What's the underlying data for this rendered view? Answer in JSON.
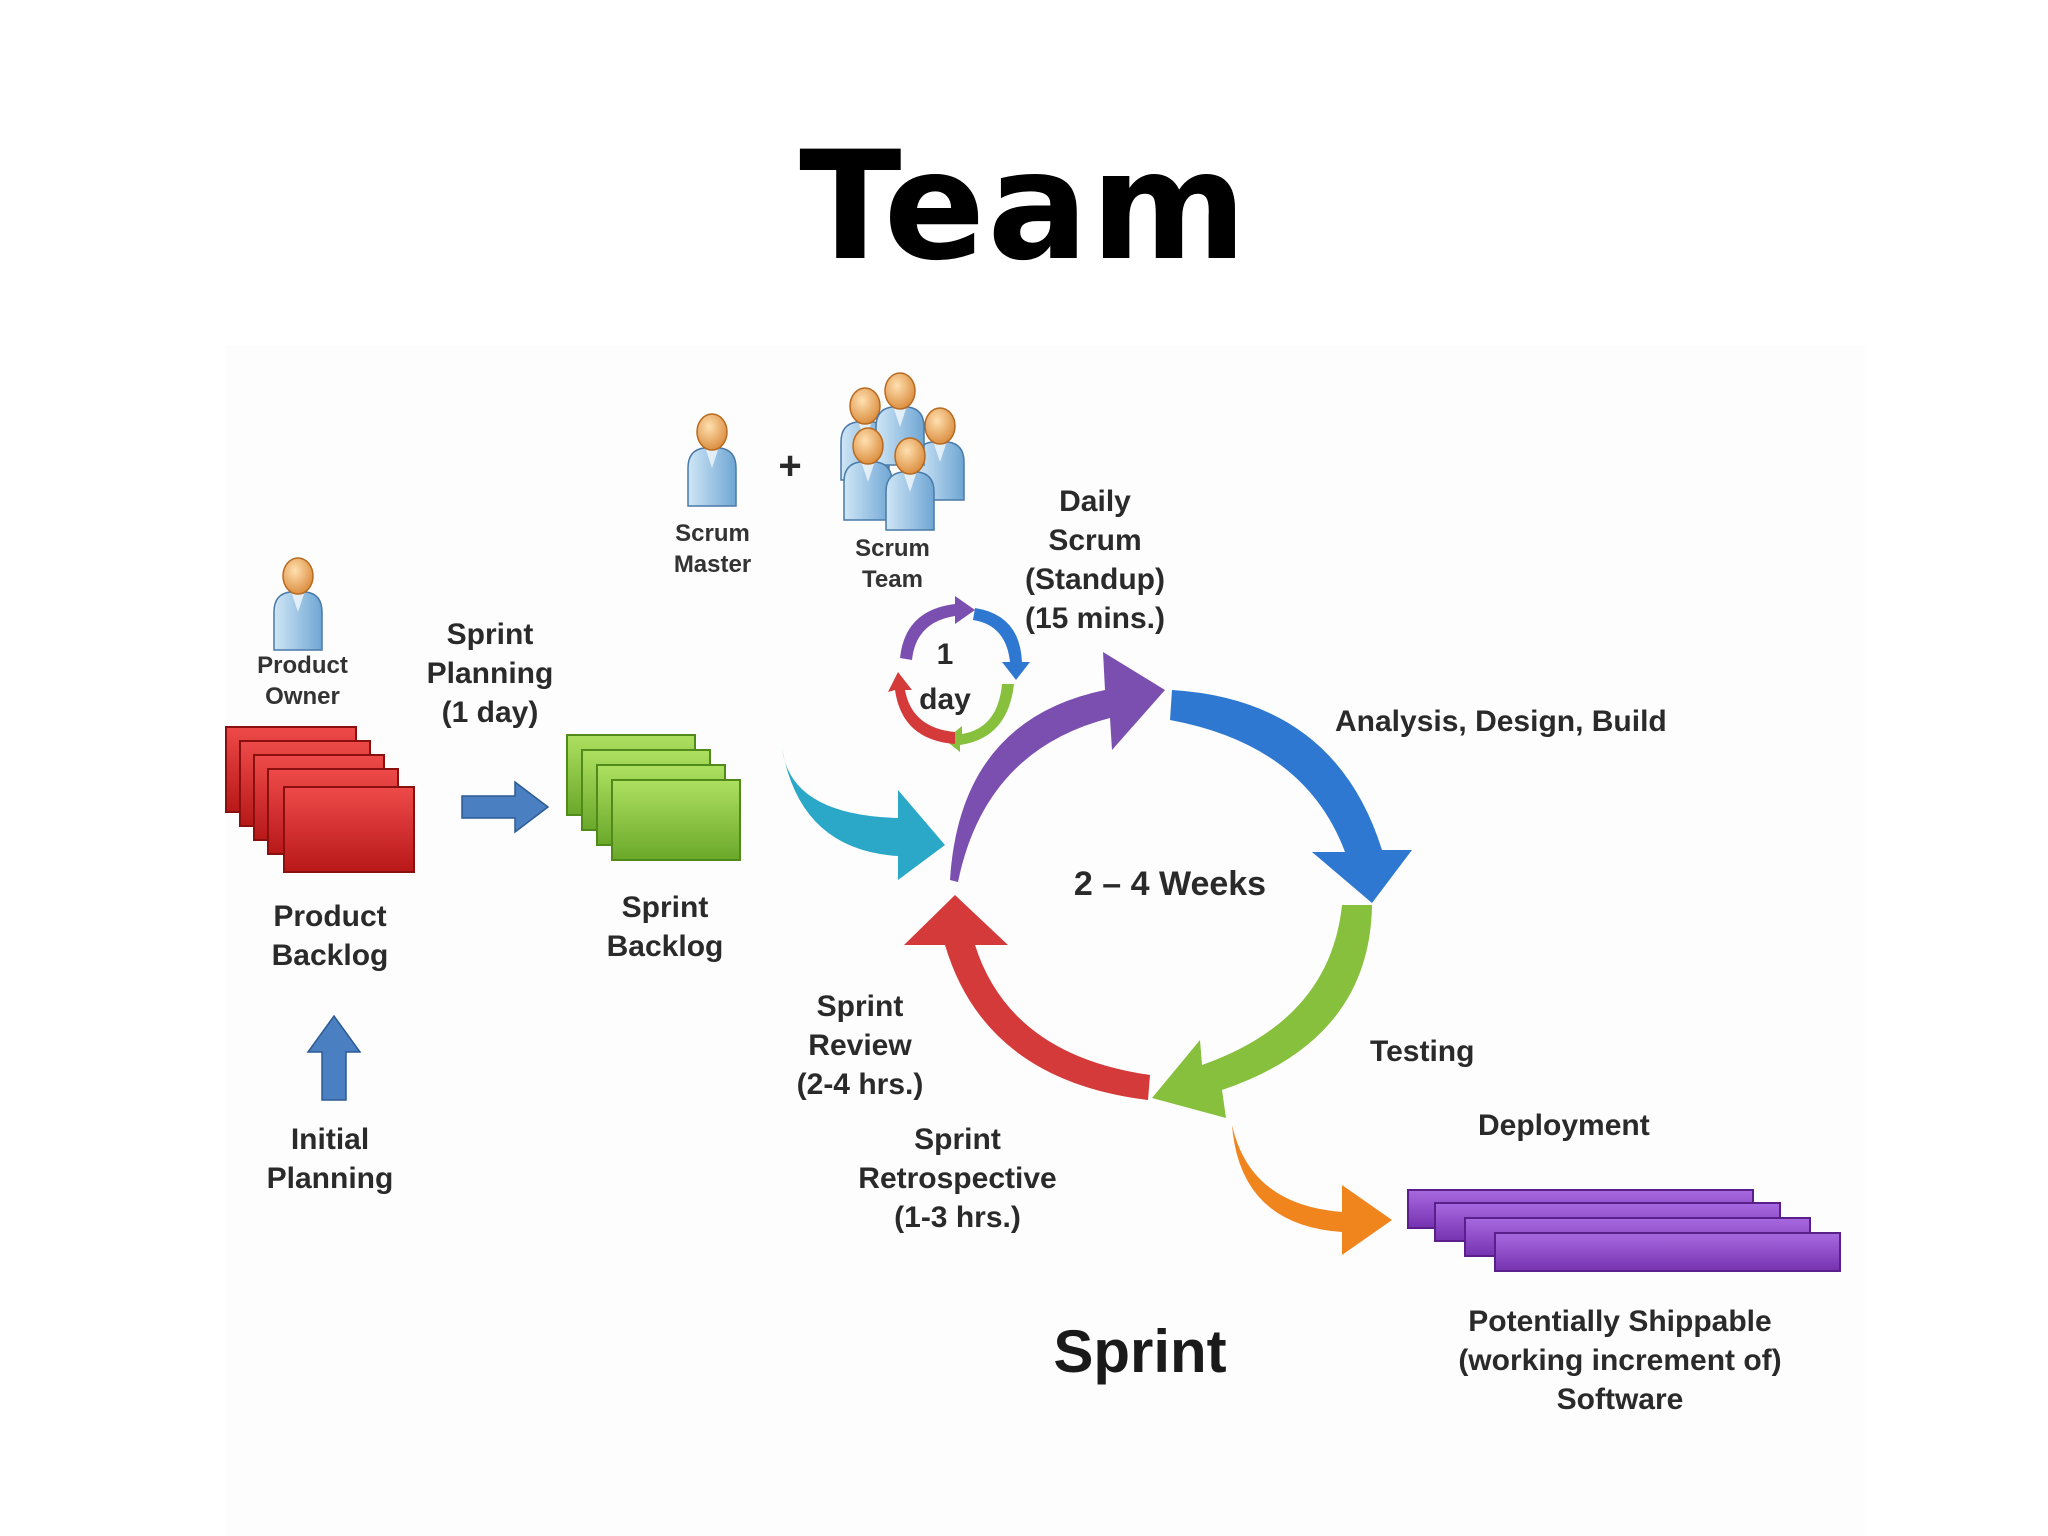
{
  "title": "Team",
  "roles": {
    "product_owner": "Product\nOwner",
    "scrum_master": "Scrum\nMaster",
    "plus": "+",
    "scrum_team": "Scrum\nTeam"
  },
  "artifacts": {
    "product_backlog": "Product\nBacklog",
    "sprint_backlog": "Sprint\nBacklog",
    "shippable": "Potentially Shippable\n(working increment of)\nSoftware"
  },
  "steps": {
    "initial_planning": "Initial\nPlanning",
    "sprint_planning": "Sprint\nPlanning\n(1 day)",
    "daily_scrum": "Daily\nScrum\n(Standup)\n(15 mins.)",
    "daily_cycle": "1\nday",
    "analysis": "Analysis, Design, Build",
    "duration": "2 – 4 Weeks",
    "testing": "Testing",
    "deployment": "Deployment",
    "sprint_review": "Sprint\nReview\n(2-4 hrs.)",
    "sprint_retrospective": "Sprint\nRetrospective\n(1-3 hrs.)"
  },
  "caption": "Sprint",
  "colors": {
    "product_backlog": "#d42a2a",
    "sprint_backlog": "#8cc63f",
    "shippable": "#8e44c9",
    "planning_arrow": "#4a7fc1",
    "cycle_purple": "#7b4fb0",
    "cycle_blue": "#2f78d2",
    "cycle_green": "#86c03c",
    "cycle_red": "#d43a3a",
    "entry_teal": "#2ba7c8",
    "deploy_orange": "#f0851e",
    "person_head": "#f2b36b",
    "person_body": "#9cc7e6"
  },
  "icons": [
    "person-icon",
    "group-icon",
    "arrow-right-icon",
    "arrow-up-icon",
    "cycle-icon"
  ]
}
